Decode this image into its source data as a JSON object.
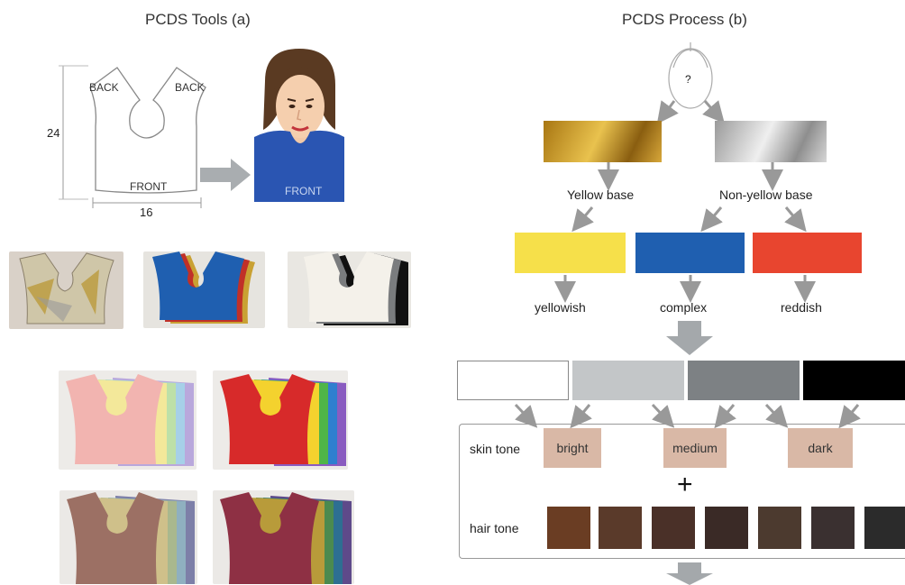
{
  "left": {
    "title": "PCDS Tools (a)",
    "cape": {
      "back_left": "BACK",
      "back_right": "BACK",
      "front": "FRONT",
      "height_dim": "24",
      "width_dim": "16"
    },
    "person_front": "FRONT"
  },
  "right": {
    "title": "PCDS Process (b)",
    "face_mark": "?",
    "bases": {
      "yellow": "Yellow base",
      "non_yellow": "Non-yellow base"
    },
    "undertones": {
      "yellowish": "yellowish",
      "complex": "complex",
      "reddish": "reddish"
    },
    "skin": {
      "label": "skin tone",
      "bright": "bright",
      "medium": "medium",
      "dark": "dark"
    },
    "plus": "+",
    "hair": {
      "label": "hair tone"
    },
    "colors": {
      "gold": "#c99a2c",
      "silver": "#bfbfbf",
      "yellow": "#f6e04a",
      "blue": "#1f5fb0",
      "red": "#e8452f",
      "value_white": "#ffffff",
      "value_light": "#c3c6c8",
      "value_mid": "#7d8184",
      "value_black": "#000000",
      "skin_swatch": "#d9b8a6",
      "hair_swatches": [
        "#6a3d23",
        "#5a3a2a",
        "#4a3028",
        "#3a2a26",
        "#4c3a2f",
        "#3a3030",
        "#2b2b2b"
      ]
    }
  }
}
